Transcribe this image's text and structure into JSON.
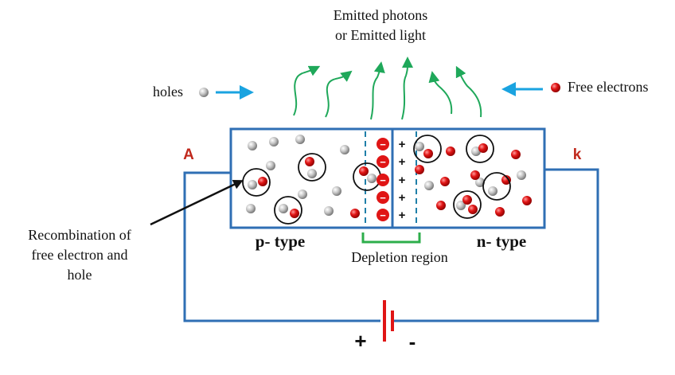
{
  "labels": {
    "photons_line1": "Emitted photons",
    "photons_line2": "or Emitted light",
    "holes": "holes",
    "free_electrons": "Free electrons",
    "terminal_anode": "A",
    "terminal_cathode": "k",
    "p_type": "p- type",
    "n_type": "n- type",
    "depletion_region": "Depletion region",
    "recombination_line1": "Recombination of",
    "recombination_line2": "free electron and",
    "recombination_line3": "hole",
    "battery_plus": "+",
    "battery_minus": "-",
    "negative_ion_sign": "−",
    "positive_ion_sign": "+"
  },
  "colors": {
    "wire": "#2f6fb4",
    "electron": "#e01515",
    "hole": "#b7b7b7",
    "photon_arrow": "#1fa85a",
    "motion_arrow": "#1aa3e0",
    "depletion_bracket": "#2dae4b",
    "terminal_label": "#c0281c",
    "battery_line": "#e01515"
  },
  "icons": {
    "electron": "red-sphere",
    "hole": "grey-sphere",
    "photon": "wavy-up-arrow",
    "negative_ion": "circled-minus",
    "positive_ion": "plus-sign"
  }
}
